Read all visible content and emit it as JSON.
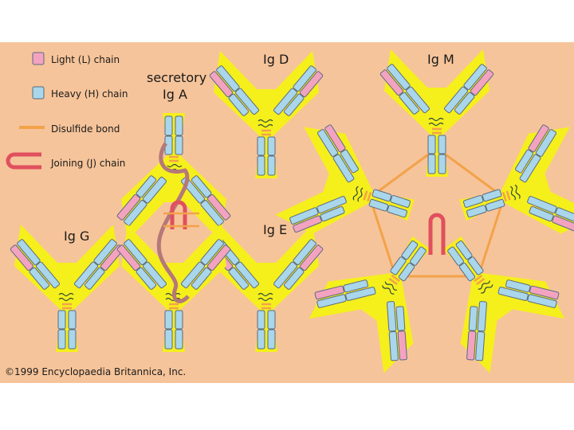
{
  "colors": {
    "background": "#f6c49a",
    "light_chain": "#f3a3c0",
    "heavy_chain": "#a9d6ea",
    "chain_outline": "#5a6a80",
    "disulfide": "#f3a24a",
    "joining_chain": "#e0505e",
    "secretory_component": "#b5787a",
    "highlight": "#f5ef1c"
  },
  "legend": {
    "light": "Light (L) chain",
    "heavy": "Heavy (H) chain",
    "disulfide": "Disulfide bond",
    "joining": "Joining (J) chain"
  },
  "titles": {
    "iga_line1": "secretory",
    "iga_line2": "Ig A",
    "igd": "Ig D",
    "ige": "Ig E",
    "igg": "Ig G",
    "igm": "Ig M"
  },
  "copyright": "©1999 Encyclopaedia Britannica, Inc."
}
